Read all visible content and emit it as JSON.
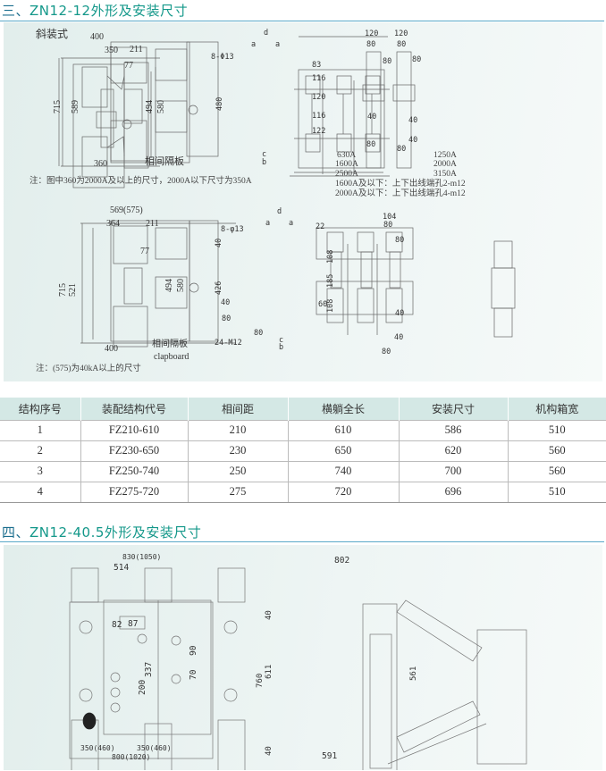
{
  "section3": {
    "title_prefix": "三、",
    "title": "ZN12-12外形及安装尺寸",
    "d1": {
      "style": "斜装式",
      "w400": "400",
      "w350": "350",
      "w211": "211",
      "h77": "77",
      "h715": "715",
      "h589": "589",
      "h494": "494",
      "h580": "580",
      "w360": "360",
      "partition": "相间隔板",
      "note": "注：图中360为2000A及以上的尺寸，2000A以下尺寸为350A"
    },
    "d2": {
      "d": "d",
      "a1": "a",
      "a2": "a",
      "holes": "8-Φ13",
      "h83": "83",
      "h116a": "116",
      "h120": "120",
      "h116b": "116",
      "h122": "122",
      "h480": "480",
      "c": "c",
      "b": "b"
    },
    "d3": {
      "w120a": "120",
      "w80a": "80",
      "h80a": "80",
      "w120b": "120",
      "w80b": "80",
      "h80b": "80",
      "h40a": "40",
      "h40b": "40",
      "h40c": "40",
      "w80c": "80",
      "w80d": "80",
      "r630": "630A",
      "r1600": "1600A",
      "r2500": "2500A",
      "r1250": "1250A",
      "r2000": "2000A",
      "r3150": "3150A",
      "spec1": "1600A及以下：上下出线端孔2-m12",
      "spec2": "2000A及以下：上下出线端孔4-m12"
    },
    "d4": {
      "w569": "569(575)",
      "w364": "364",
      "w211": "211",
      "h77": "77",
      "h715": "715",
      "h521": "521",
      "h494": "494",
      "h580": "580",
      "w400": "400",
      "partition": "相间隔板",
      "partition_en": "clapboard",
      "note": "注：(575)为40kA以上的尺寸"
    },
    "d5": {
      "d": "d",
      "a1": "a",
      "a2": "a",
      "holes": "8-φ13",
      "h22": "22",
      "h40": "40",
      "h108a": "108",
      "h185": "185",
      "h426": "426",
      "h108b": "108",
      "w40": "40",
      "h60": "60",
      "h80": "80",
      "w80": "80",
      "bolts": "24-M12",
      "c": "c",
      "b": "b"
    },
    "d6": {
      "w104": "104",
      "w80a": "80",
      "h80": "80",
      "h40a": "40",
      "h40b": "40",
      "w80b": "80"
    }
  },
  "table": {
    "headers": [
      "结构序号",
      "装配结构代号",
      "相间距",
      "横躺全长",
      "安装尺寸",
      "机构箱宽"
    ],
    "rows": [
      [
        "1",
        "FZ210-610",
        "210",
        "610",
        "586",
        "510"
      ],
      [
        "2",
        "FZ230-650",
        "230",
        "650",
        "620",
        "560"
      ],
      [
        "3",
        "FZ250-740",
        "250",
        "740",
        "700",
        "560"
      ],
      [
        "4",
        "FZ275-720",
        "275",
        "720",
        "696",
        "510"
      ]
    ]
  },
  "section4": {
    "title_prefix": "四、",
    "title": "ZN12-40.5外形及安装尺寸",
    "front": {
      "w830": "830(1050)",
      "w514": "514",
      "w82": "82",
      "w87": "87",
      "h90": "90",
      "h70": "70",
      "h200": "200",
      "h337": "337",
      "w350a": "350(460)",
      "w350b": "350(460)",
      "w800": "800(1020)"
    },
    "side": {
      "w802": "802",
      "h40a": "40",
      "h760": "760",
      "h611": "611",
      "h561": "561",
      "h40b": "40",
      "w591": "591"
    }
  }
}
